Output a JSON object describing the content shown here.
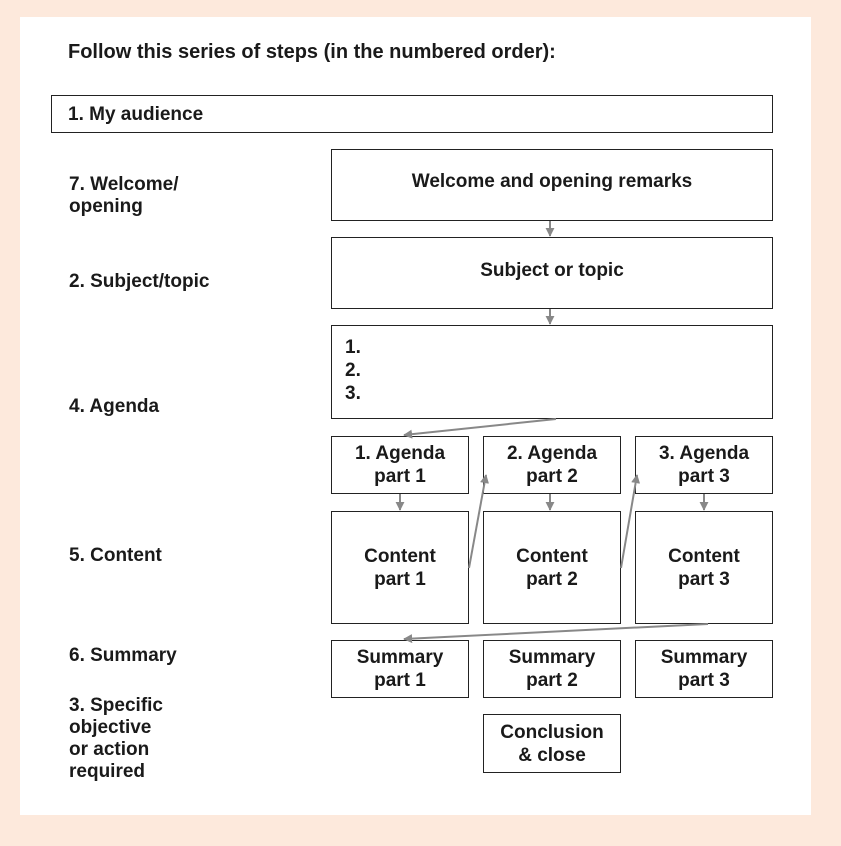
{
  "heading": "Follow this series of steps (in the numbered order):",
  "audience": "1. My audience",
  "side_labels": {
    "welcome": "7. Welcome/\n    opening",
    "subject": "2. Subject/topic",
    "agenda": "4. Agenda",
    "content": "5. Content",
    "summary": "6. Summary",
    "objective": "3. Specific\n    objective\n    or action\n    required"
  },
  "boxes": {
    "welcome": "Welcome and opening remarks",
    "subject": "Subject or topic",
    "agenda_items": [
      "1.",
      "2.",
      "3."
    ],
    "agenda_parts": [
      "1. Agenda\npart 1",
      "2. Agenda\npart 2",
      "3. Agenda\npart 3"
    ],
    "content_parts": [
      "Content\npart 1",
      "Content\npart 2",
      "Content\npart 3"
    ],
    "summary_parts": [
      "Summary\npart 1",
      "Summary\npart 2",
      "Summary\npart 3"
    ],
    "conclusion": "Conclusion\n& close"
  },
  "colors": {
    "background": "#fde9dc",
    "arrow": "#888888",
    "border": "#222222"
  }
}
